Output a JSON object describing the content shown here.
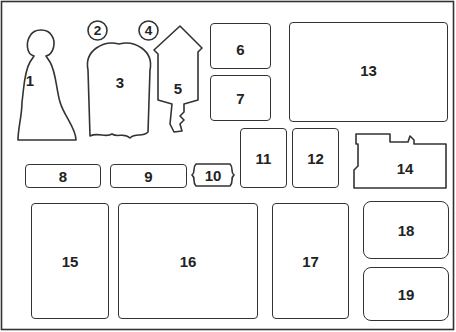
{
  "diagram": {
    "nodes": [
      {
        "text": [
          "1"
        ]
      },
      {
        "text": [
          "2"
        ]
      },
      {
        "text": [
          "3"
        ]
      },
      {
        "text": [
          "4"
        ]
      },
      {
        "text": [
          "5"
        ]
      },
      {
        "text": [
          "6"
        ]
      },
      {
        "text": [
          "7"
        ]
      },
      {
        "text": [
          "8"
        ]
      },
      {
        "text": [
          "9"
        ]
      },
      {
        "text": [
          "10"
        ]
      },
      {
        "text": [
          "11"
        ]
      },
      {
        "text": [
          "12"
        ]
      },
      {
        "text": [
          "13"
        ]
      },
      {
        "text": [
          "14"
        ]
      },
      {
        "text": [
          "15"
        ]
      },
      {
        "text": [
          "16"
        ]
      },
      {
        "text": [
          "17"
        ]
      },
      {
        "text": [
          "18"
        ]
      },
      {
        "text": [
          "19"
        ]
      }
    ]
  }
}
